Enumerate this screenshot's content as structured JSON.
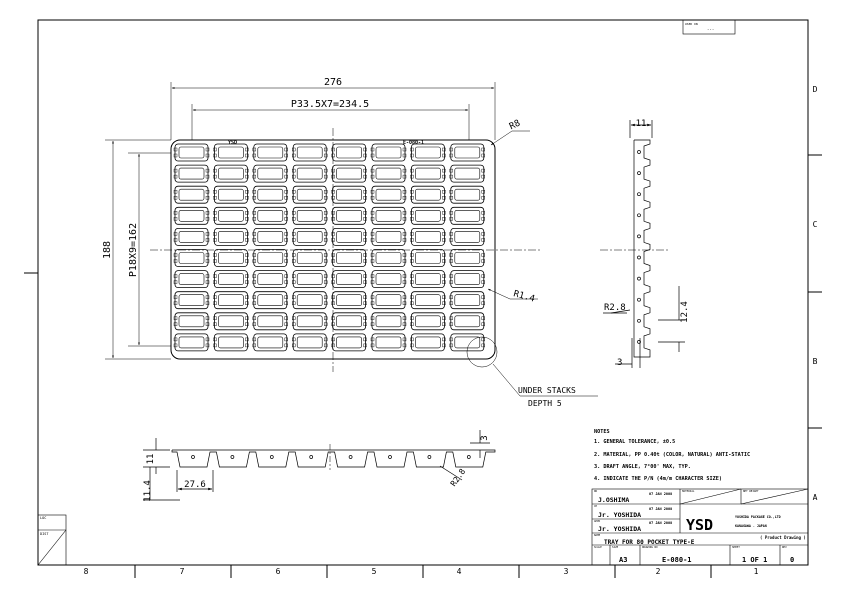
{
  "border": {
    "columns": [
      "8",
      "7",
      "6",
      "5",
      "4",
      "3",
      "2",
      "1"
    ],
    "rows": [
      "D",
      "C",
      "B",
      "A"
    ]
  },
  "dimensions": {
    "overall_width": "276",
    "pitch_x": "P33.5X7=234.5",
    "corner_radius": "R8",
    "overall_height": "188",
    "pitch_y": "P18X9=162",
    "inner_radius": "R1.4",
    "side_width": "11",
    "side_radius": "R2.8",
    "side_pitch": "12.4",
    "side_foot": "3",
    "bottom_height": "11",
    "bottom_total": "11.4",
    "bottom_pitch": "27.6",
    "bottom_radius": "R2.8",
    "bottom_top": "3"
  },
  "tray_labels": {
    "left_mark": "YSD",
    "part_mark": "E-080-1"
  },
  "grid": {
    "cols": 8,
    "rows": 10
  },
  "callout": {
    "line1": "UNDER STACKS",
    "line2": "DEPTH 5"
  },
  "notes": {
    "title": "NOTES",
    "items": [
      "1. GENERAL TOLERANCE, ±0.5",
      "2. MATERIAL, PP 0.40t (COLOR, NATURAL) ANTI-STATIC",
      "3. DRAFT ANGLE, 7°00' MAX, TYP.",
      "4. INDICATE THE P/N (4m/m CHARACTER SIZE)"
    ]
  },
  "title_block": {
    "drawn_by": "J.OSHIMA",
    "checked_by": "Jr. YOSHIDA",
    "approved_by": "Jr. YOSHIDA",
    "date1": "07 JAN 2008",
    "date2": "07 JAN 2008",
    "date3": "07 JAN 2008",
    "logo": "YSD",
    "company": "YOSHIDA PACKAGE CO.,LTD",
    "location": "KANAGAWA . JAPAN",
    "drawing_type": "( Product Drawing )",
    "title": "TRAY FOR 80 POCKET TYPE-E",
    "size": "A3",
    "drawing_no": "E-080-1",
    "sheet": "1 OF 1",
    "rev": "0",
    "lbl_dr": "DR",
    "lbl_ch": "CH",
    "lbl_appd": "APPD",
    "lbl_name": "NAME",
    "lbl_material": "MATERIAL",
    "lbl_weight": "NET WEIGHT",
    "lbl_scale": "SCALE",
    "lbl_size": "SIZE",
    "lbl_dwg": "DRAWING NO",
    "lbl_sheet": "SHEET",
    "lbl_rev": "REV"
  },
  "used_on": {
    "label": "USED ON",
    "value": "---"
  },
  "side_boxes": {
    "loc": "LOC",
    "dist": "DIST"
  }
}
